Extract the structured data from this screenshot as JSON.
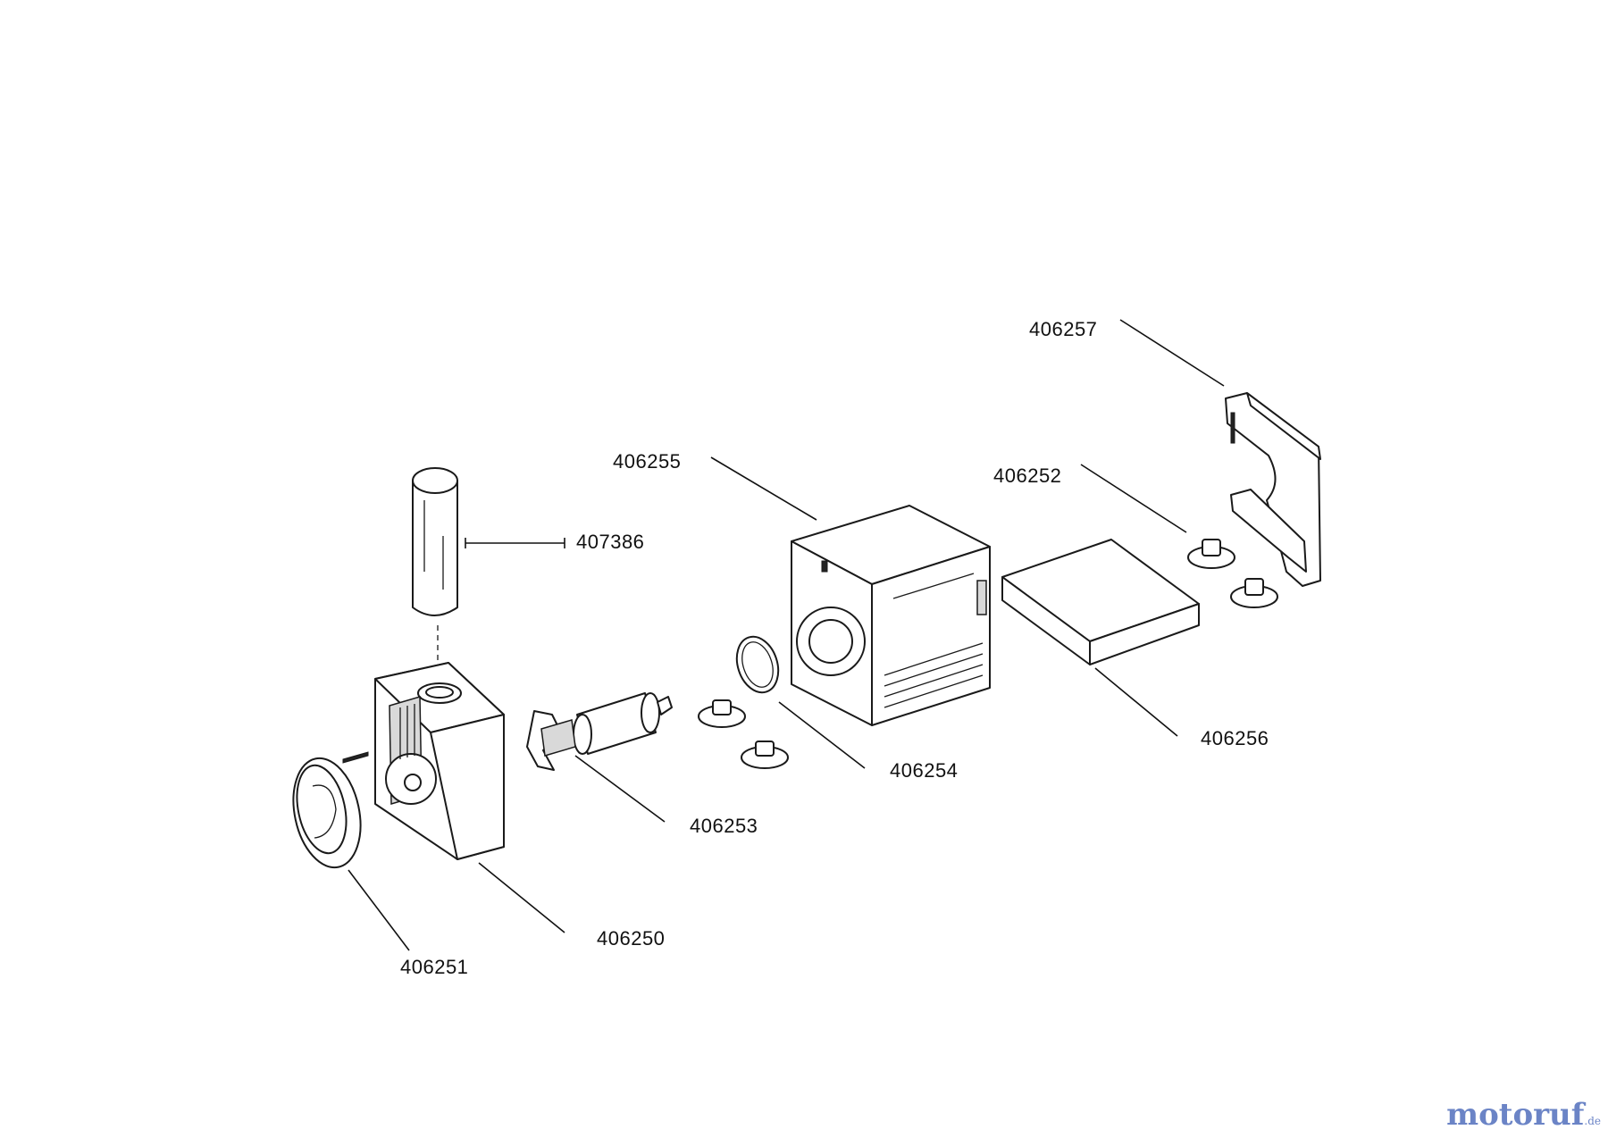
{
  "parts": {
    "filter_tube": "407386",
    "face_plate": "406251",
    "pump_housing": "406250",
    "impeller": "406253",
    "o_ring": "406254",
    "motor_block": "406255",
    "foam_pad": "406256",
    "suction_cups": "406252",
    "mount_bracket": "406257"
  },
  "watermark": {
    "main": "motoruf",
    "tld": ".de"
  },
  "colors": {
    "ink": "#1a1a1a",
    "watermark_blue": "#6b84c6",
    "watermark_orange": "#e0a12a"
  }
}
